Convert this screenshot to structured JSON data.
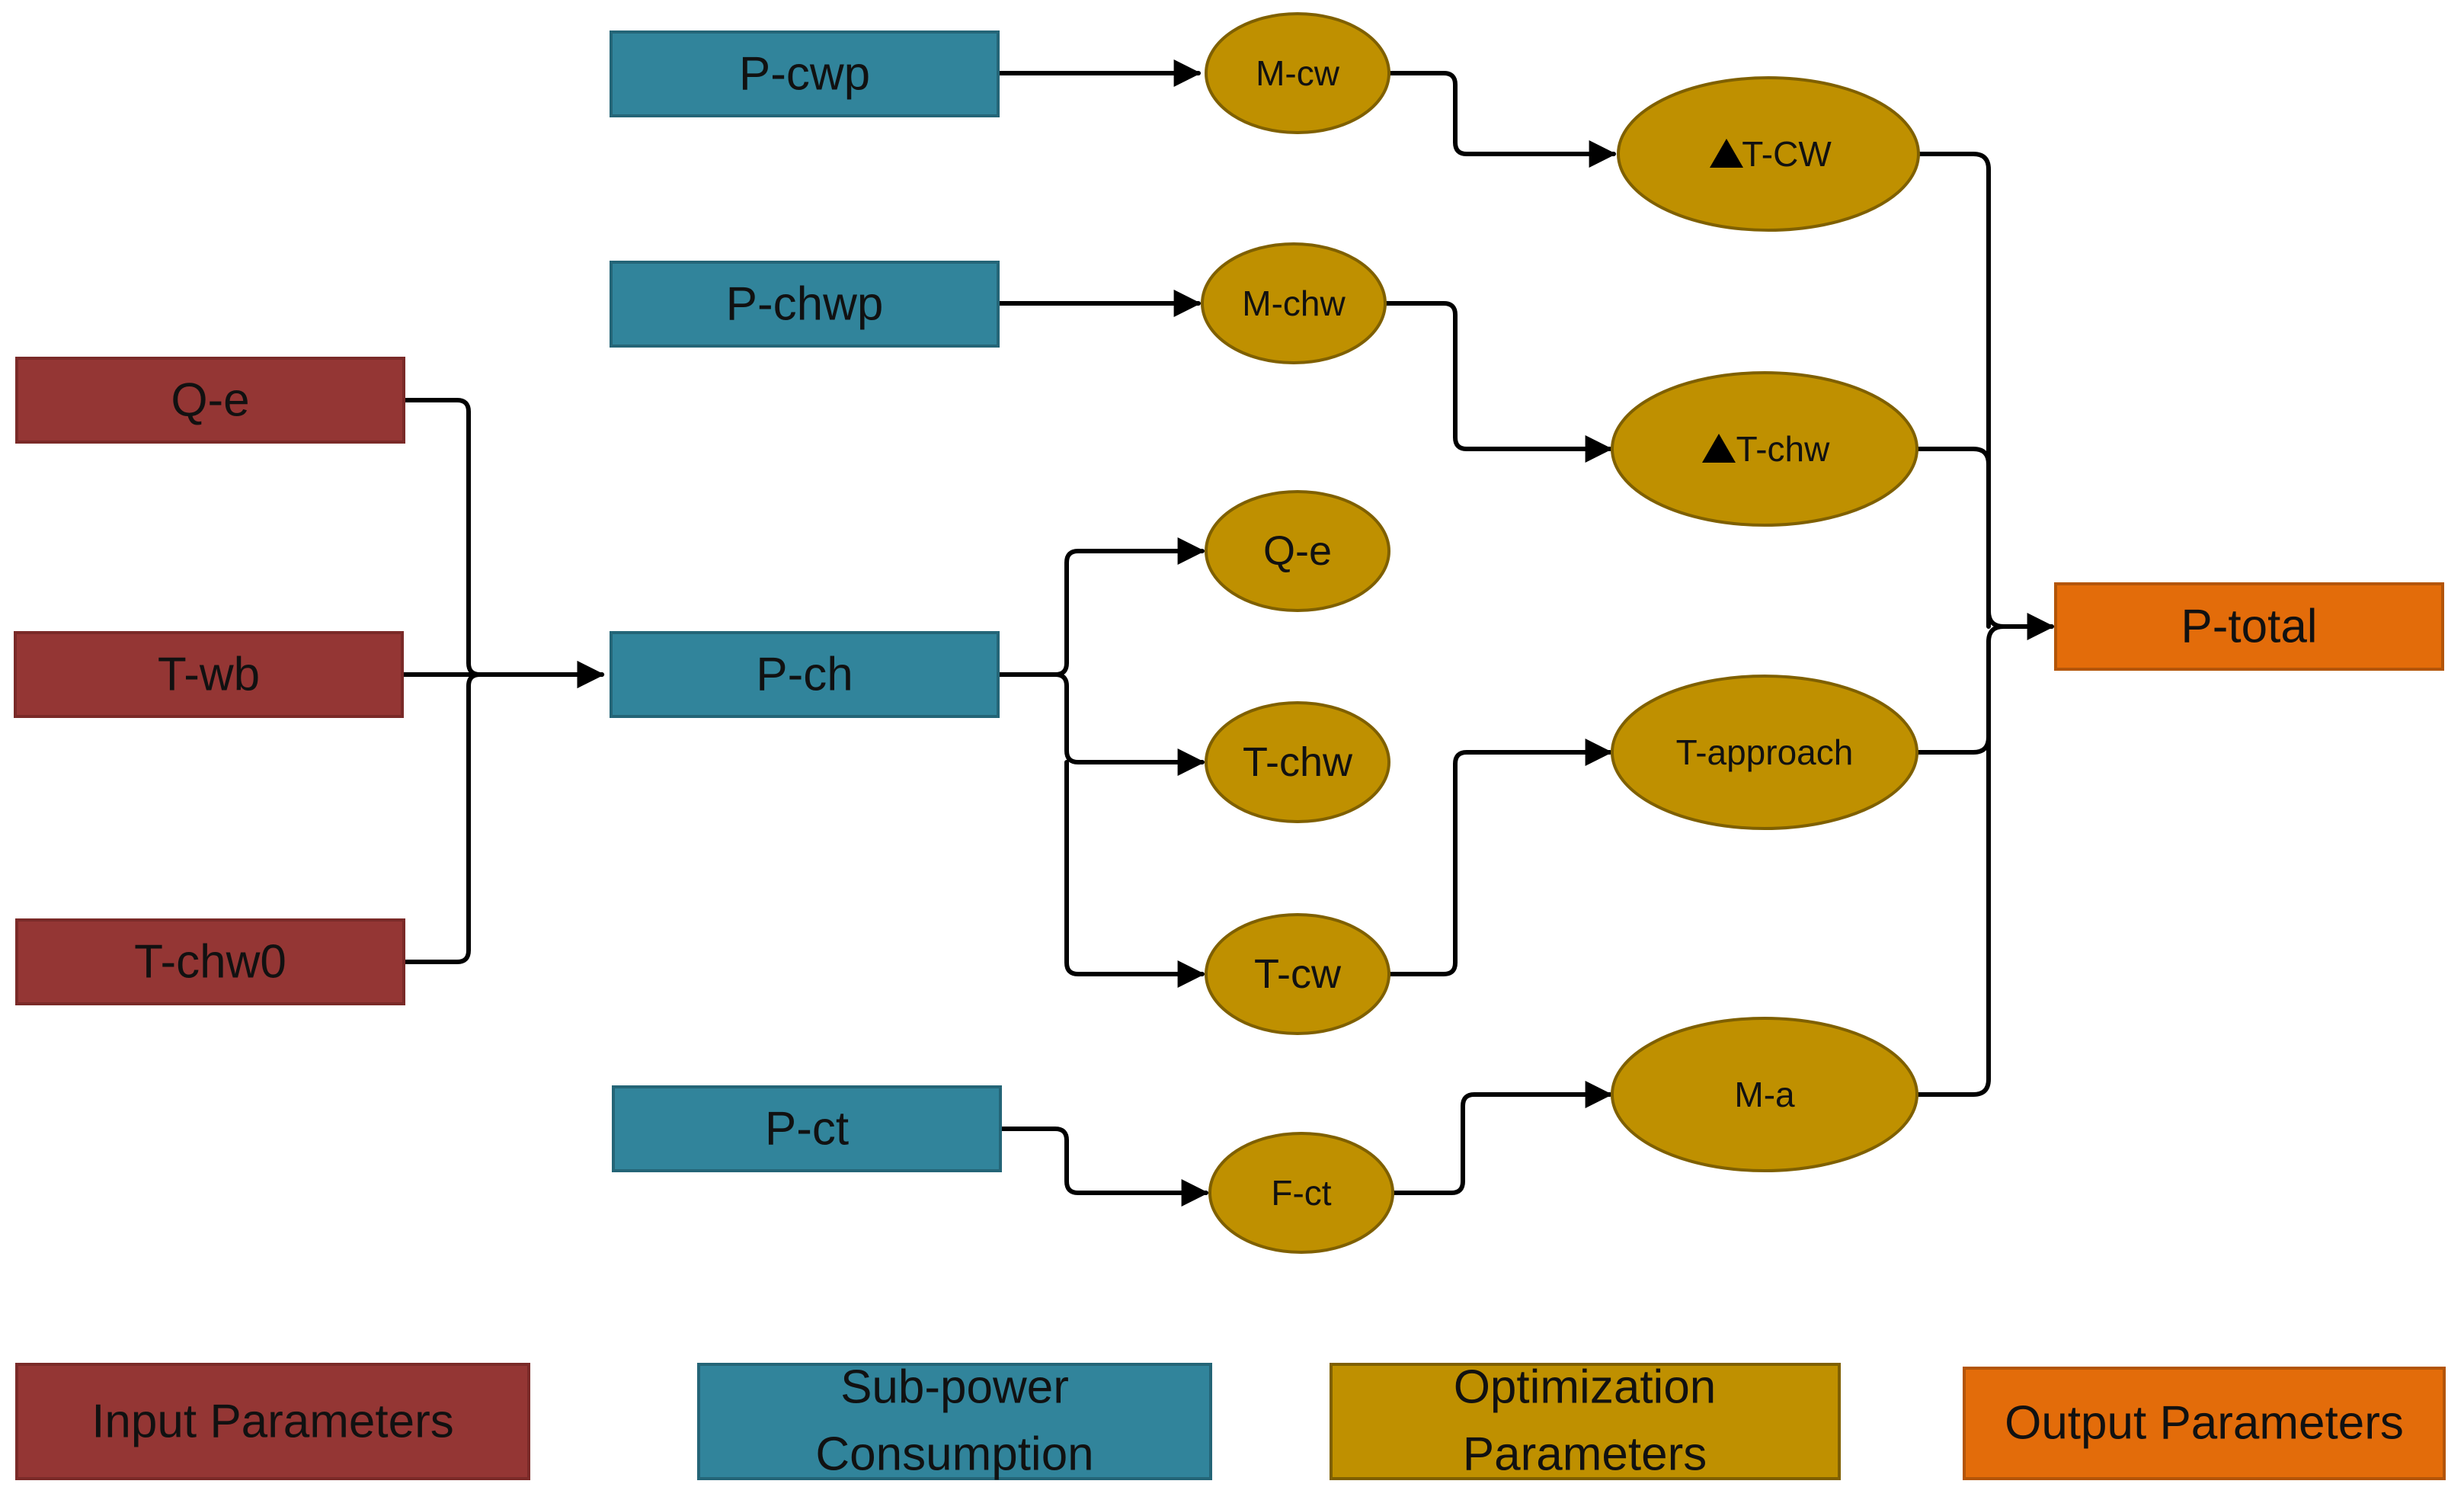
{
  "colors": {
    "input": "#943634",
    "subpower": "#31849b",
    "optimization": "#bf9000",
    "output": "#e36c0a",
    "connector": "#000000"
  },
  "nodes": {
    "q_e_input": "Q-e",
    "t_wb": "T-wb",
    "t_chw0": "T-chw0",
    "p_cwp": "P-cwp",
    "p_chwp": "P-chwp",
    "p_ch": "P-ch",
    "p_ct": "P-ct",
    "m_cw": "M-cw",
    "m_chw": "M-chw",
    "q_e_opt": "Q-e",
    "t_chw": "T-chw",
    "t_cw": "T-cw",
    "f_ct": "F-ct",
    "delta_t_cw": "T-CW",
    "delta_t_chw": "T-chw",
    "t_approach": "T-approach",
    "m_a": "M-a",
    "p_total": "P-total"
  },
  "legend": {
    "input": "Input Parameters",
    "subpower_line1": "Sub-power",
    "subpower_line2": "Consumption",
    "optimization_line1": "Optimization",
    "optimization_line2": "Parameters",
    "output": "Output Parameters"
  }
}
